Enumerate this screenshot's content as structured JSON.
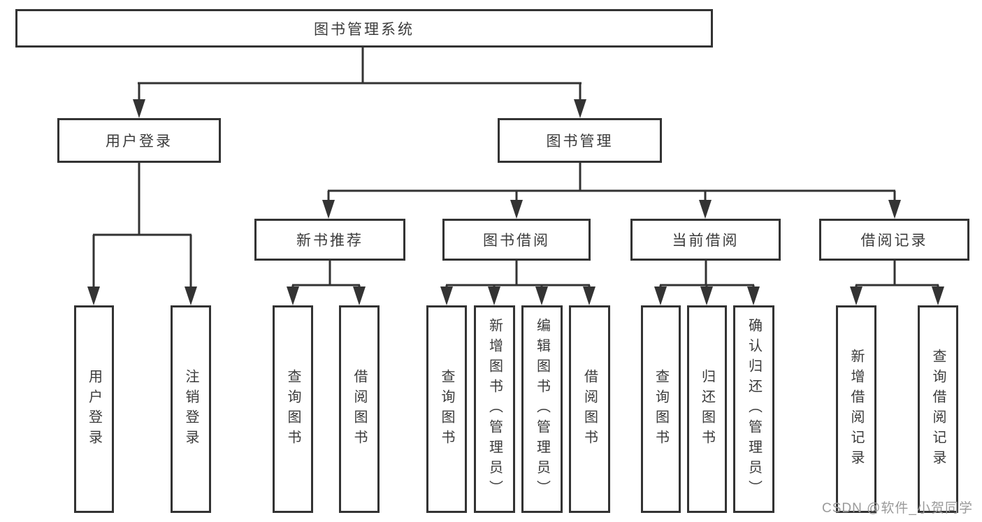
{
  "diagram": {
    "root_label": "图书管理系统",
    "branches": [
      {
        "label": "用户登录",
        "children": [
          {
            "label": "用户登录"
          },
          {
            "label": "注销登录"
          }
        ]
      },
      {
        "label": "图书管理",
        "children": [
          {
            "label": "新书推荐",
            "children": [
              {
                "label": "查询图书"
              },
              {
                "label": "借阅图书"
              }
            ]
          },
          {
            "label": "图书借阅",
            "children": [
              {
                "label": "查询图书"
              },
              {
                "label": "新增图书（管理员）"
              },
              {
                "label": "编辑图书（管理员）"
              },
              {
                "label": "借阅图书"
              }
            ]
          },
          {
            "label": "当前借阅",
            "children": [
              {
                "label": "查询图书"
              },
              {
                "label": "归还图书"
              },
              {
                "label": "确认归还（管理员）"
              }
            ]
          },
          {
            "label": "借阅记录",
            "children": [
              {
                "label": "新增借阅记录"
              },
              {
                "label": "查询借阅记录"
              }
            ]
          }
        ]
      }
    ]
  },
  "watermark": {
    "text": "CSDN @软件_小贺同学"
  },
  "colors": {
    "line": "#333333",
    "box_border": "#333333",
    "text": "#3b3b3b",
    "watermark": "#9a9a9a",
    "background": "#ffffff"
  }
}
